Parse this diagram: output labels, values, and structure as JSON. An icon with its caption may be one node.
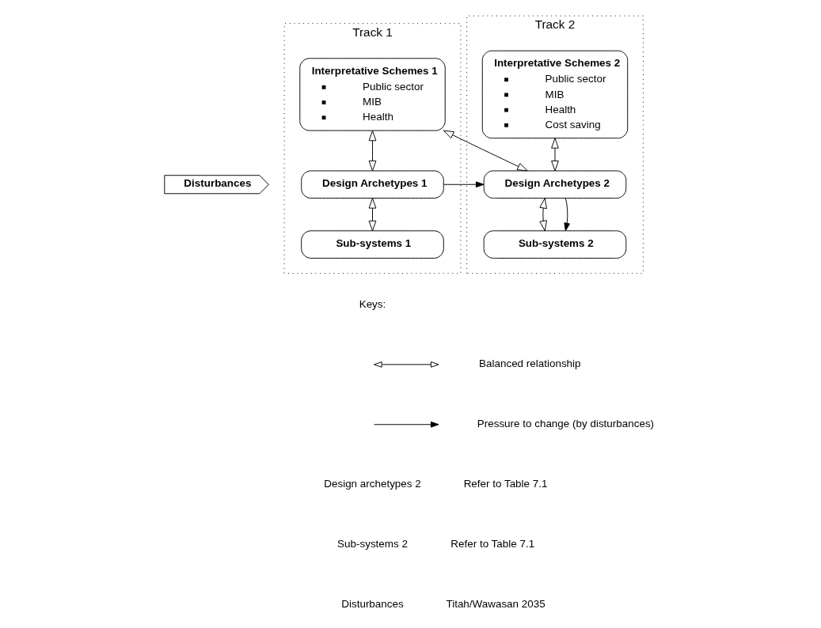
{
  "diagram": {
    "nodes": [
      {
        "text": [
          "Track 1"
        ]
      },
      {
        "text": [
          "Interpretative Schemes 1",
          "Public sector",
          "MIB",
          "Health"
        ],
        "in": 0
      },
      {
        "text": [
          "Design Archetypes 1"
        ],
        "in": 0
      },
      {
        "text": [
          "Sub-systems 1"
        ],
        "in": 0
      },
      {
        "text": [
          "Track 2"
        ]
      },
      {
        "text": [
          "Interpretative Schemes 2",
          "Public sector",
          "MIB",
          "Health",
          "Cost saving"
        ],
        "in": 4
      },
      {
        "text": [
          "Design Archetypes 2"
        ],
        "in": 4
      },
      {
        "text": [
          "Sub-systems 2"
        ],
        "in": 4
      },
      {
        "text": [
          "Disturbances"
        ]
      }
    ],
    "edges": [
      {
        "from": 1,
        "to": 2,
        "arrow": "both"
      },
      {
        "from": 2,
        "to": 3,
        "arrow": "both"
      },
      {
        "from": 1,
        "to": 6,
        "arrow": "both"
      },
      {
        "from": 5,
        "to": 6,
        "arrow": "both"
      },
      {
        "from": 6,
        "to": 7,
        "arrow": "both"
      },
      {
        "from": 2,
        "to": 6,
        "arrow": "to"
      },
      {
        "from": 6,
        "to": 7,
        "arrow": "to"
      }
    ],
    "labels": [
      "Keys:",
      "Design archetypes 2",
      "Refer to Table 7.1",
      "Sub-systems 2",
      "Refer to Table 7.1",
      "Disturbances",
      "Titah/Wawasan 2035"
    ],
    "legend": [
      {
        "text": "Balanced relationship"
      },
      {
        "text": "Pressure to change (by disturbances)"
      }
    ]
  }
}
